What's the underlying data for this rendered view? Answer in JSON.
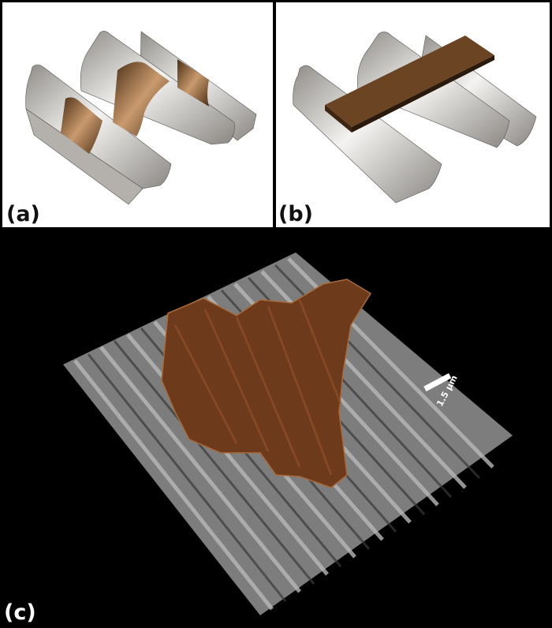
{
  "figure": {
    "panels": [
      {
        "id": "a",
        "label": "(a)",
        "description": "Sinusoidal corrugated substrate with conformal brown film strips"
      },
      {
        "id": "b",
        "label": "(b)",
        "description": "Sinusoidal corrugated substrate with flat brown plate resting on crests"
      },
      {
        "id": "c",
        "label": "(c)",
        "description": "3D micrograph of corrugated substrate with brown film flake"
      }
    ],
    "scale_bar": {
      "text": "1.5 µm",
      "color": "#ffffff"
    },
    "colors": {
      "substrate_light": "#e8e6e3",
      "substrate_mid": "#a9a6a2",
      "substrate_dark": "#5f5c59",
      "film_brown": "#6a4323",
      "film_highlight": "#c68a55",
      "micrograph_gray": "#8a8a8a",
      "micrograph_film": "#6e3a1c",
      "background": "#000000",
      "panel_background": "#ffffff"
    }
  }
}
